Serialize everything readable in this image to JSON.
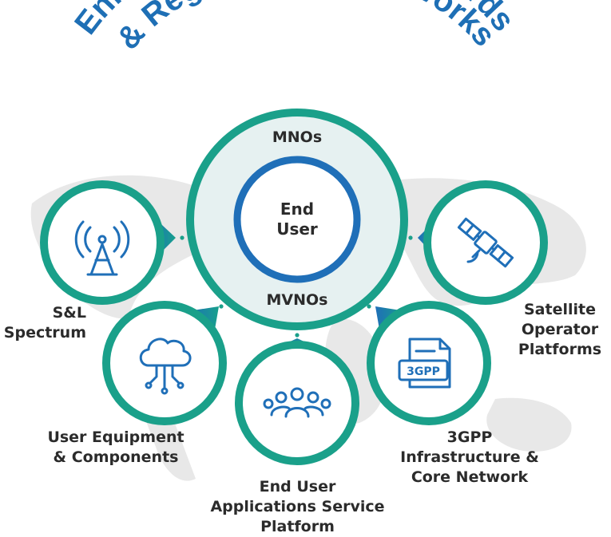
{
  "title": {
    "line1": "Enhanced Technical Standards",
    "line2": "& Regulatory Frameworks"
  },
  "hub": {
    "top_label": "MNOs",
    "bottom_label": "MVNOs",
    "core_line1": "End",
    "core_line2": "User"
  },
  "nodes": {
    "spectrum": {
      "line1": "S&L",
      "line2": "Spectrum",
      "icon": "radio-tower-icon"
    },
    "user_equipment": {
      "line1": "User Equipment",
      "line2": "& Components",
      "icon": "cloud-network-icon"
    },
    "applications": {
      "line1": "End User",
      "line2": "Applications Service",
      "line3": "Platform",
      "icon": "people-group-icon"
    },
    "3gpp": {
      "line1": "3GPP",
      "line2": "Infrastructure &",
      "line3": "Core Network",
      "icon": "3gpp-document-icon",
      "badge": "3GPP"
    },
    "satellite": {
      "line1": "Satellite",
      "line2": "Operator",
      "line3": "Platforms",
      "icon": "satellite-icon"
    }
  },
  "colors": {
    "title_blue": "#1e6fb5",
    "teal": "#1aa08a",
    "ring_blue": "#1f6fb8",
    "hub_fill": "#e6f1f1",
    "map_gray": "#e7e7e7",
    "text_dark": "#2b2b2b"
  }
}
